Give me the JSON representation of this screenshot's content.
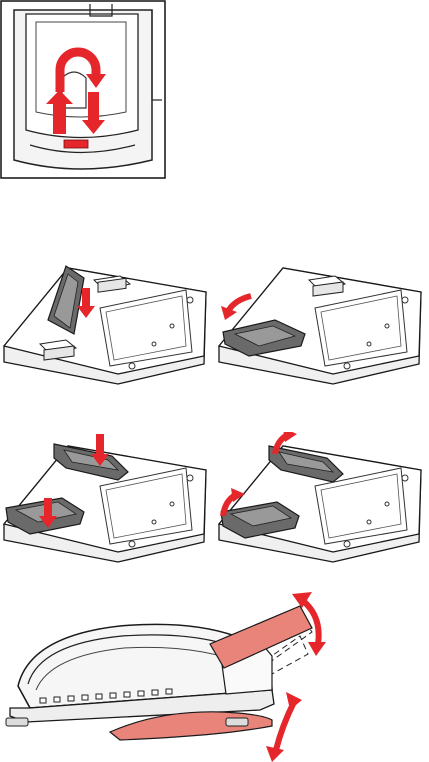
{
  "colors": {
    "arrow_red": "#e5262a",
    "accent_pink": "#e8847a",
    "line_dark": "#1a1a1a",
    "plastic_gray": "#e6e6e6",
    "shadow_gray": "#bdbdbd",
    "clip_dark": "#5a5a5a"
  },
  "figures": [
    {
      "id": "fig-hook-detail",
      "icons": [
        "rotate-arrow-icon",
        "up-arrow-icon",
        "down-arrow-icon"
      ]
    },
    {
      "id": "fig-stand-insert-a",
      "icons": [
        "down-arrow-icon"
      ]
    },
    {
      "id": "fig-stand-insert-b",
      "icons": [
        "curved-arrow-icon"
      ]
    },
    {
      "id": "fig-stand-press-a",
      "icons": [
        "down-arrow-icon",
        "down-arrow-icon"
      ]
    },
    {
      "id": "fig-stand-press-b",
      "icons": [
        "curved-arrow-icon",
        "curved-arrow-icon"
      ]
    },
    {
      "id": "fig-phone-tilt",
      "icons": [
        "double-curved-arrow-icon",
        "double-curved-arrow-icon"
      ]
    }
  ]
}
